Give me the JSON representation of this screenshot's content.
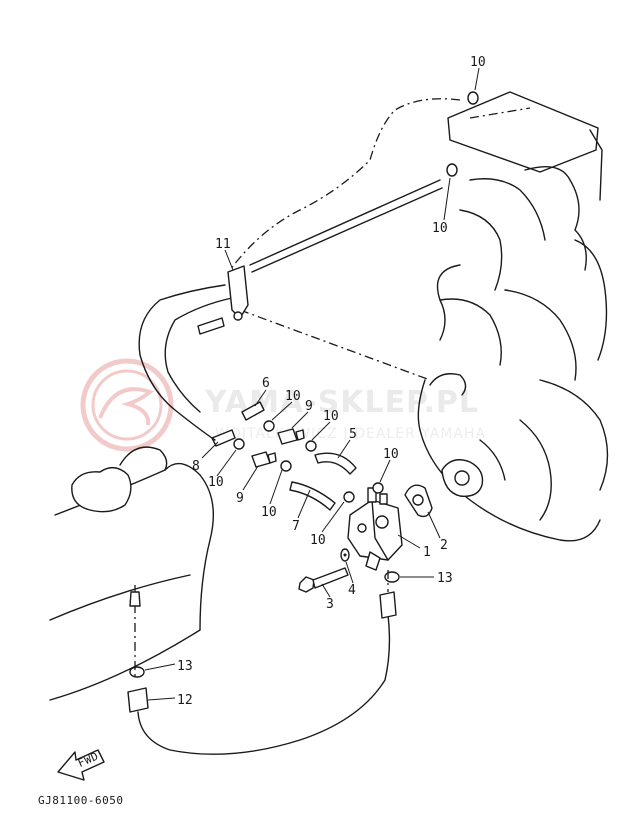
{
  "diagram": {
    "callouts": {
      "c1": "1",
      "c2": "2",
      "c3": "3",
      "c4": "4",
      "c5": "5",
      "c6": "6",
      "c7": "7",
      "c8": "8",
      "c9a": "9",
      "c9b": "9",
      "c10a": "10",
      "c10b": "10",
      "c10c": "10",
      "c10d": "10",
      "c10e": "10",
      "c10f": "10",
      "c10g": "10",
      "c10h": "10",
      "c11": "11",
      "c12": "12",
      "c13a": "13",
      "c13b": "13"
    },
    "fwd_label": "FWD",
    "drawing_code": "GJ81100-6050"
  },
  "watermark": {
    "name": "YAMA-SKLEP.PL",
    "subtitle": "WOJTALKOWICZ | DEALER YAMAHA",
    "color": "#e8a0a0"
  }
}
